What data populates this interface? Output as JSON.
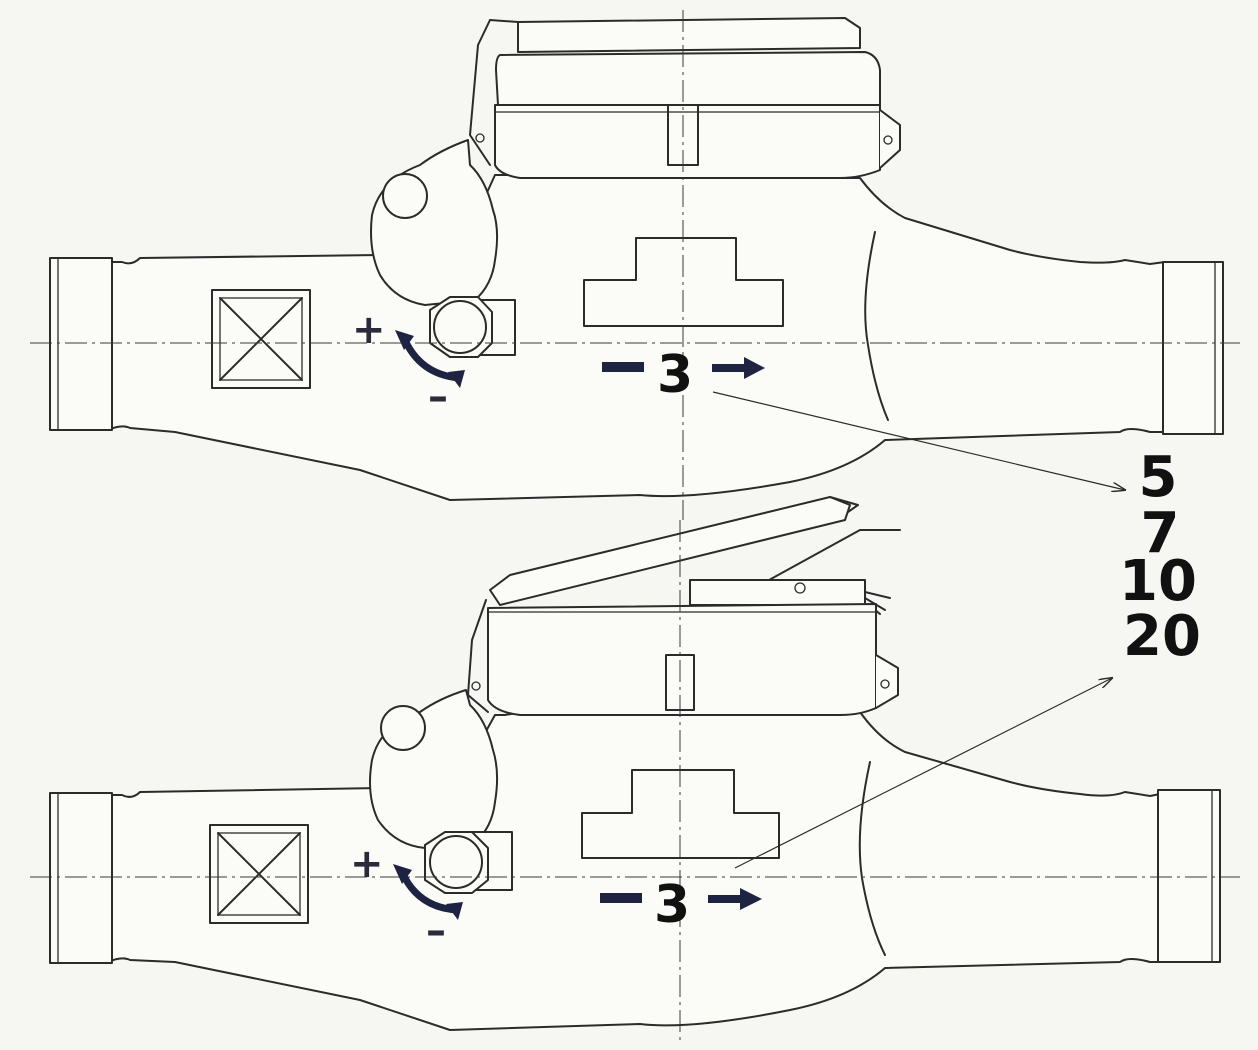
{
  "meters": [
    {
      "id": "upper",
      "plus_label": "+",
      "minus_label": "–",
      "adjust_value": "3"
    },
    {
      "id": "lower",
      "plus_label": "+",
      "minus_label": "–",
      "adjust_value": "3"
    }
  ],
  "callout": {
    "values": [
      "5",
      "7",
      "10",
      "20"
    ]
  },
  "colors": {
    "line": "#2b2b2b",
    "accent_arrow": "#1d2340",
    "background": "#f6f6f2"
  }
}
